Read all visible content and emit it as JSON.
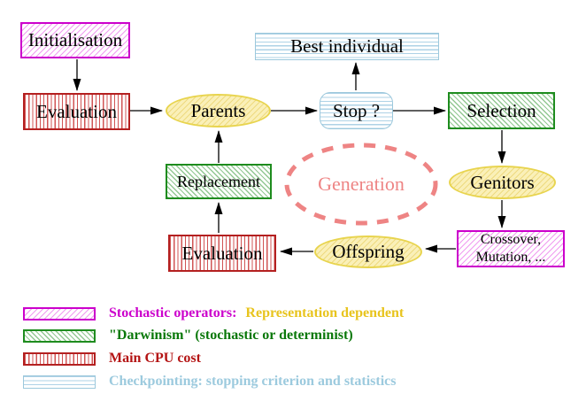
{
  "nodes": {
    "initialisation": "Initialisation",
    "evaluation_top": "Evaluation",
    "parents": "Parents",
    "stop": "Stop ?",
    "best_individual": "Best individual",
    "selection": "Selection",
    "genitors": "Genitors",
    "crossover_line1": "Crossover,",
    "crossover_line2": "Mutation, ...",
    "offspring": "Offspring",
    "evaluation_bottom": "Evaluation",
    "replacement": "Replacement",
    "generation": "Generation"
  },
  "legend": {
    "items": [
      {
        "swatch": "magenta-diagonal-hatch",
        "label": "Stochastic operators:",
        "label_secondary": "Representation dependent"
      },
      {
        "swatch": "green-diagonal-hatch",
        "label": "\"Darwinism\" (stochastic or determinist)"
      },
      {
        "swatch": "red-vertical-lines",
        "label": "Main CPU cost"
      },
      {
        "swatch": "cyan-horizontal-lines",
        "label": "Checkpointing: stopping criterion and statistics"
      }
    ]
  },
  "palette": {
    "magenta": "#cc00cc",
    "green": "#1e8c1e",
    "red": "#b42020",
    "cyan_border": "#9cc8dc",
    "yellow_fill": "#faf0b8",
    "yellow_border": "#e8d44e",
    "salmon": "#ee8484",
    "legend_yellow_text": "#e8c41e",
    "arrow_black": "#000000",
    "background": "#ffffff"
  }
}
